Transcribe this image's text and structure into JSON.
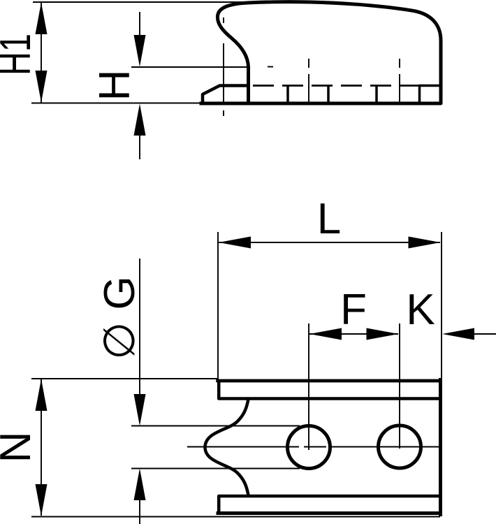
{
  "drawing": {
    "background_color": "#ffffff",
    "line_color": "#000000",
    "dimensions": {
      "h1": {
        "label": "H1"
      },
      "h": {
        "label": "H"
      },
      "l": {
        "label": "L"
      },
      "g": {
        "label": "∅ G"
      },
      "f": {
        "label": "F"
      },
      "k": {
        "label": "K"
      },
      "n": {
        "label": "N"
      }
    }
  }
}
